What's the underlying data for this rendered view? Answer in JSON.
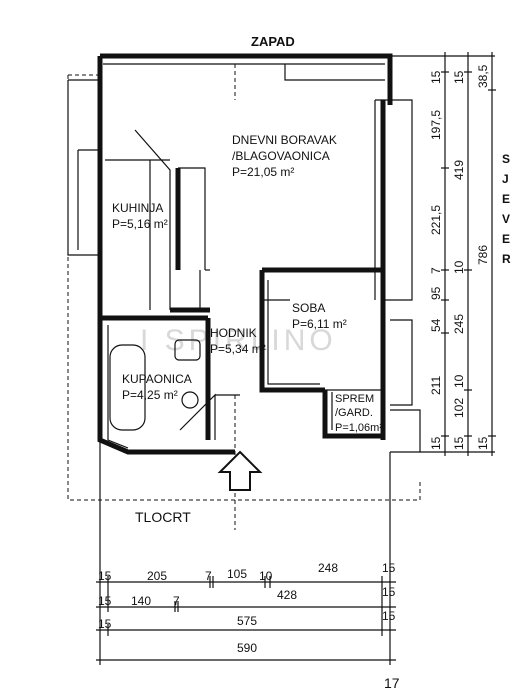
{
  "compass": {
    "west": "ZAPAD",
    "north_letters": [
      "S",
      "J",
      "E",
      "V",
      "E",
      "R"
    ]
  },
  "rooms": {
    "living": {
      "line1": "DNEVNI BORAVAK",
      "line2": "/BLAGOVAONICA",
      "area": "P=21,05 m²"
    },
    "kitchen": {
      "name": "KUHINJA",
      "area": "P=5,16 m²"
    },
    "bedroom": {
      "name": "SOBA",
      "area": "P=6,11 m²"
    },
    "hall": {
      "name": "HODNIK",
      "area": "P=5,34 m²"
    },
    "bathroom": {
      "name": "KUPAONICA",
      "area": "P=4,25 m²"
    },
    "storage": {
      "line1": "SPREM",
      "line2": "/GARD.",
      "area": "P=1,06m²"
    }
  },
  "plan_title": "TLOCRT",
  "watermark": "I SPIRLINO",
  "page_number": "17",
  "dimensions": {
    "bottom_row1": [
      "15",
      "205",
      "7",
      "105",
      "10",
      "248",
      "15"
    ],
    "bottom_row2": [
      "15",
      "140",
      "7",
      "428",
      "15"
    ],
    "bottom_row3": [
      "15",
      "575",
      "15"
    ],
    "bottom_row4": [
      "590"
    ],
    "right_col1": [
      "15",
      "197,5",
      "221,5",
      "7",
      "95",
      "54",
      "211",
      "15"
    ],
    "right_col2": [
      "15",
      "419",
      "10",
      "245",
      "10",
      "102",
      "15"
    ],
    "right_col3": [
      "38,5",
      "786",
      "15"
    ]
  }
}
